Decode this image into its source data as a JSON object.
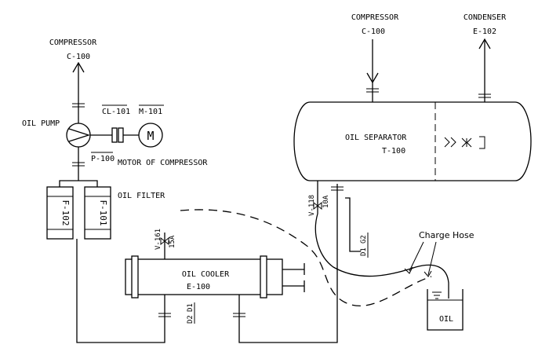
{
  "labels": {
    "compressor_left_name": "COMPRESSOR",
    "compressor_left_tag": "C-100",
    "oil_pump": "OIL PUMP",
    "coupling_tag": "CL-101",
    "motor_tag": "M-101",
    "motor_symbol": "M",
    "pump_tag": "P-100",
    "motor_desc": "MOTOR OF COMPRESSOR",
    "oil_filter": "OIL FILTER",
    "filter_a": "F-102",
    "filter_b": "F-101",
    "oil_cooler": "OIL COOLER",
    "cooler_tag": "E-100",
    "valve_161": "V-161",
    "valve_161_size": "15A",
    "valve_118": "V-118",
    "valve_118_size": "10A",
    "d1": "D1",
    "d2": "D2",
    "g2": "G2",
    "compressor_top_name": "COMPRESSOR",
    "compressor_top_tag": "C-100",
    "condenser_name": "CONDENSER",
    "condenser_tag": "E-102",
    "oil_separator": "OIL SEPARATOR",
    "separator_tag": "T-100",
    "charge_hose": "Charge Hose",
    "oil_container": "OIL"
  }
}
